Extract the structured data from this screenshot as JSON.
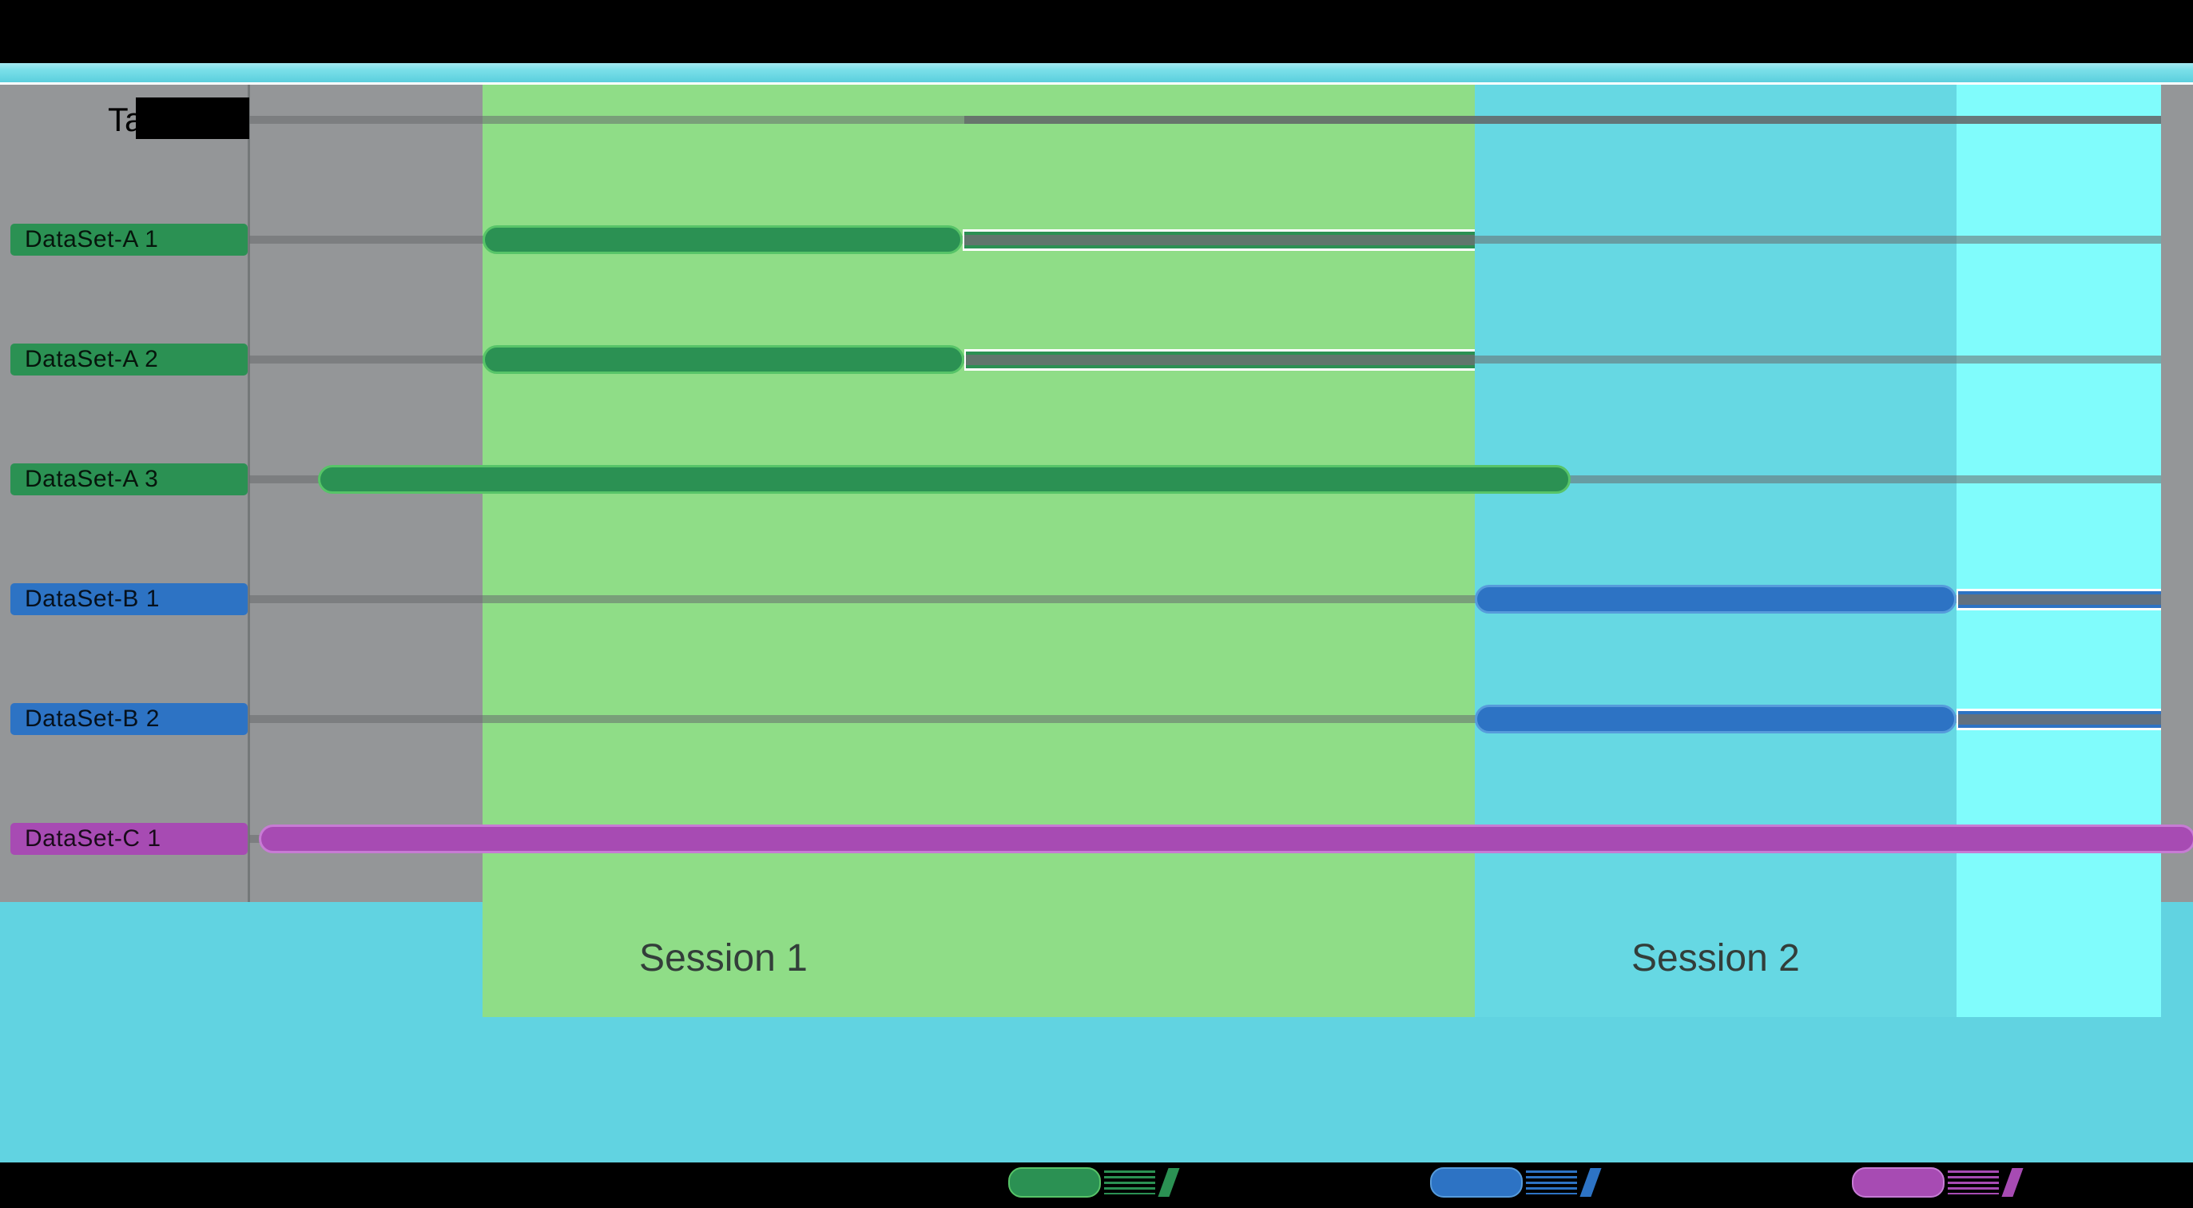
{
  "header": {
    "axis_title": "Task"
  },
  "colors": {
    "plot_bg": "#949698",
    "session1_band": "#8fdd87",
    "session2_band": "#66d8e3",
    "wrapup_band": "#80fcfc",
    "bottom_band": "#61d3e1",
    "series": {
      "A": {
        "fill": "#2b9153",
        "outline": "#57c468"
      },
      "B": {
        "fill": "#2d73c4",
        "outline": "#569bdb"
      },
      "C": {
        "fill": "#a74bb3",
        "outline": "#c77bd4"
      }
    }
  },
  "chart_data": {
    "type": "bar",
    "subtype": "gantt-timeline",
    "title": "",
    "xlabel": "",
    "ylabel": "Task",
    "x_axis": {
      "units": "percent of timeline (0-100), no tick labels shown",
      "range": [
        0,
        100
      ],
      "grid": "horizontal row rules only"
    },
    "sessions": [
      {
        "label": "Session 1",
        "band": [
          12.2,
          64.1
        ],
        "color_key": "session1_band",
        "label_center_unit": 24.8
      },
      {
        "label": "Session 2",
        "band": [
          64.1,
          89.3
        ],
        "color_key": "session2_band",
        "label_center_unit": 76.7
      }
    ],
    "extra_band": {
      "band": [
        89.3,
        100.0
      ],
      "color_key": "wrapup_band"
    },
    "header_rule": {
      "light": [
        0.0,
        37.4
      ],
      "dark": [
        37.4,
        100.0
      ]
    },
    "rows": [
      {
        "label": "DataSet-A 1",
        "series": "A",
        "bar": [
          12.2,
          37.3
        ],
        "extension": [
          37.3,
          64.1
        ]
      },
      {
        "label": "DataSet-A 2",
        "series": "A",
        "bar": [
          12.2,
          37.4
        ],
        "extension": [
          37.4,
          64.1
        ]
      },
      {
        "label": "DataSet-A 3",
        "series": "A",
        "bar": [
          3.6,
          69.1
        ],
        "extension": null
      },
      {
        "label": "DataSet-B 1",
        "series": "B",
        "bar": [
          64.1,
          89.3
        ],
        "extension": [
          89.3,
          100.0
        ]
      },
      {
        "label": "DataSet-B 2",
        "series": "B",
        "bar": [
          64.1,
          89.3
        ],
        "extension": [
          89.3,
          100.0
        ]
      },
      {
        "label": "DataSet-C 1",
        "series": "C",
        "bar": [
          0.5,
          101.8
        ],
        "extension": null
      }
    ],
    "legend_position": "bottom",
    "legend": [
      {
        "series": "A",
        "label": "",
        "label_obscured": true,
        "slash": "/",
        "x": 1262
      },
      {
        "series": "B",
        "label": "",
        "label_obscured": true,
        "slash": "/",
        "x": 1790
      },
      {
        "series": "C",
        "label": "",
        "label_obscured": true,
        "slash": "/",
        "x": 2318
      }
    ]
  }
}
